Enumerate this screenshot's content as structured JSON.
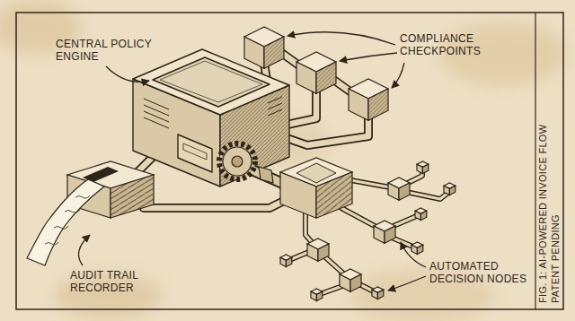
{
  "diagram": {
    "caption": "FIG. 1: AI-POWERED INVOICE FLOW",
    "labels": [
      "CENTRAL POLICY ENGINE",
      "COMPLIANCE CHECKPOINTS",
      "AUDIT TRAIL RECORDER",
      "AUTOMATED DECISION NODES",
      "PATENT PENDING"
    ]
  }
}
